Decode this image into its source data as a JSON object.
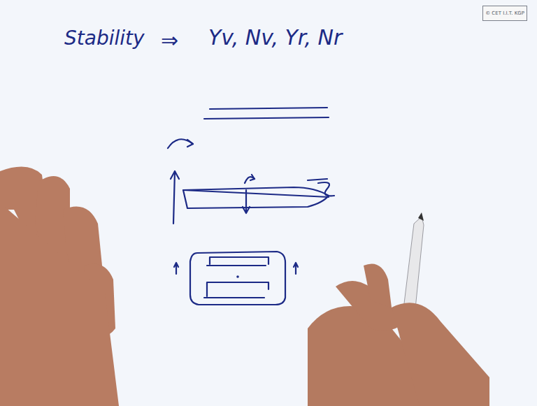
{
  "diagram": {
    "nodes": [
      {
        "text": [
          "© CET I.I.T. KGP"
        ]
      }
    ],
    "labels": [
      "Stability",
      "⇒",
      "Yv, Nv, Yr, Nr"
    ]
  }
}
